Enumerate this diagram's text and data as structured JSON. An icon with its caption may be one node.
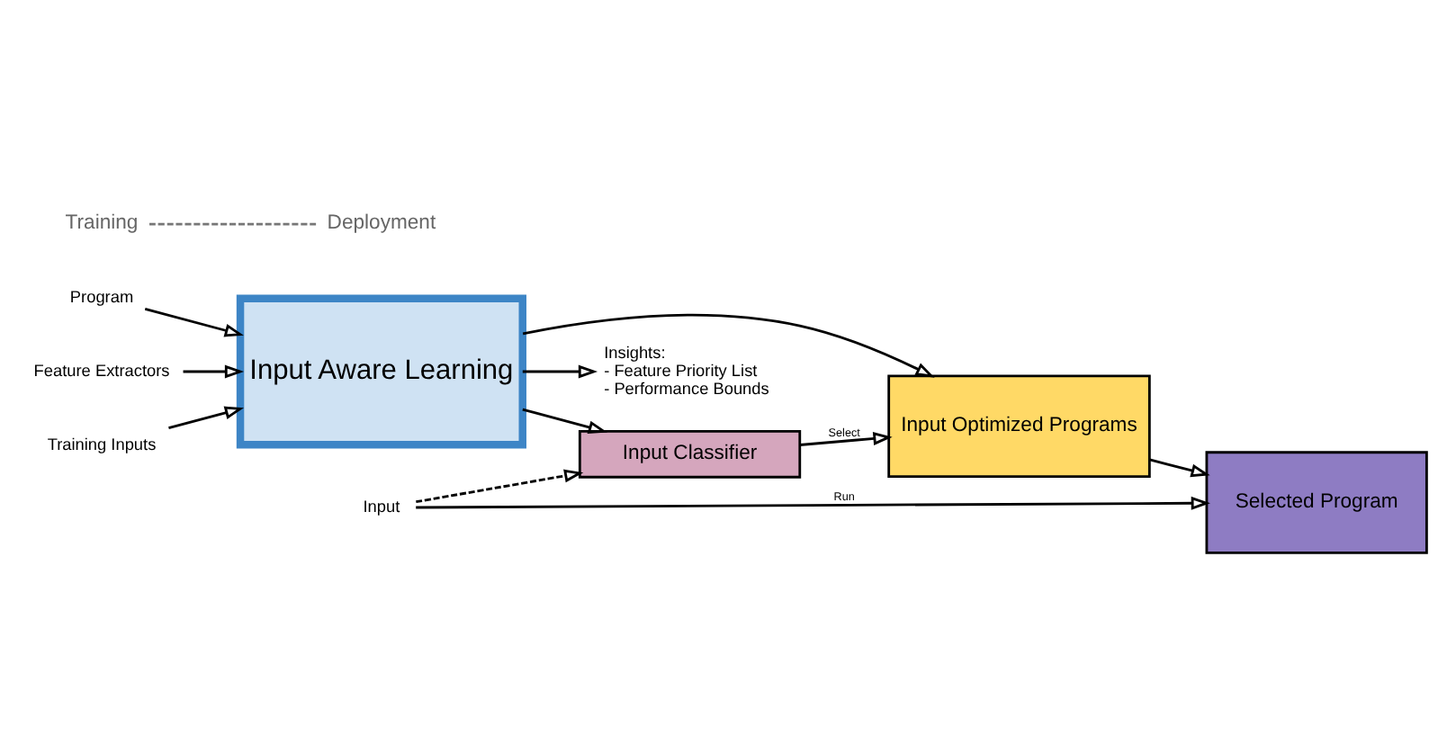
{
  "diagram": {
    "nodes": [
      {
        "text": [
          "Program"
        ]
      },
      {
        "text": [
          "Feature Extractors"
        ]
      },
      {
        "text": [
          "Training Inputs"
        ]
      },
      {
        "text": [
          "Input Aware Learning"
        ]
      },
      {
        "text": [
          "Insights:",
          "- Feature Priority List",
          "- Performance Bounds"
        ]
      },
      {
        "text": [
          "Input Classifier"
        ]
      },
      {
        "text": [
          "Input Optimized Programs"
        ]
      },
      {
        "text": [
          "Input"
        ]
      },
      {
        "text": [
          "Selected Program"
        ]
      }
    ],
    "edges": [
      {
        "from": 0,
        "to": 3,
        "arrow": "to"
      },
      {
        "from": 1,
        "to": 3,
        "arrow": "to"
      },
      {
        "from": 2,
        "to": 3,
        "arrow": "to"
      },
      {
        "from": 3,
        "to": 4,
        "arrow": "to"
      },
      {
        "from": 3,
        "to": 5,
        "arrow": "to"
      },
      {
        "from": 3,
        "to": 6,
        "arrow": "to"
      },
      {
        "from": 5,
        "to": 6,
        "arrow": "to",
        "label": "Select"
      },
      {
        "from": 6,
        "to": 8,
        "arrow": "to"
      },
      {
        "from": 7,
        "to": 5,
        "arrow": "to",
        "style": "dashed"
      },
      {
        "from": 7,
        "to": 8,
        "arrow": "to",
        "label": "Run"
      }
    ],
    "labels": [
      "Training",
      "Deployment"
    ]
  }
}
